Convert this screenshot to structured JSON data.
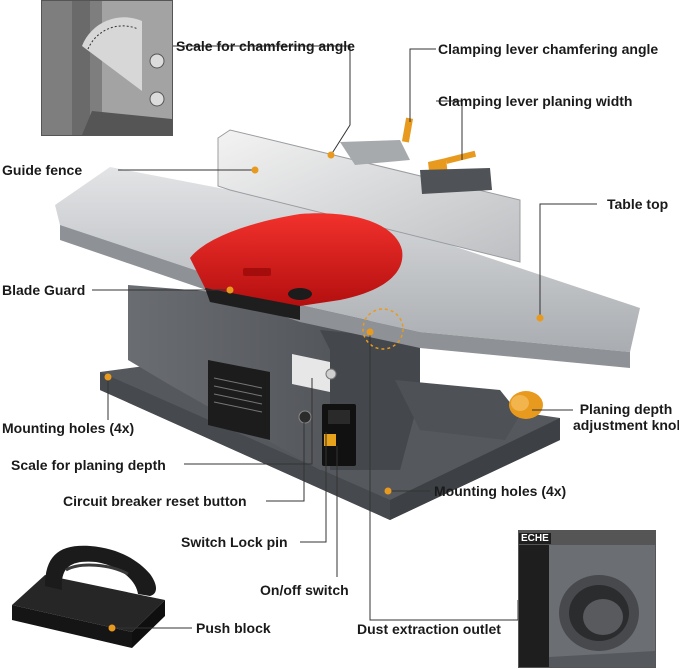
{
  "labels": {
    "scale_chamfer": "Scale for chamfering angle",
    "clamp_chamfer": "Clamping lever chamfering angle",
    "clamp_width": "Clamping lever planing width",
    "guide_fence": "Guide fence",
    "table_top": "Table top",
    "blade_guard": "Blade Guard",
    "planing_knob_1": "Planing depth",
    "planing_knob_2": "adjustment knob",
    "mounting_left": "Mounting holes (4x)",
    "scale_depth": "Scale for planing depth",
    "mounting_right": "Mounting holes (4x)",
    "breaker": "Circuit breaker reset button",
    "lock_pin": "Switch Lock pin",
    "onoff": "On/off switch",
    "push_block": "Push block",
    "dust": "Dust extraction outlet"
  },
  "brand_fragment": "ECHE",
  "colors": {
    "accent_orange": "#e89a1f",
    "guard_red": "#e01c1c",
    "body_gray": "#5a5d62",
    "table_silver": "#c9cbce"
  }
}
